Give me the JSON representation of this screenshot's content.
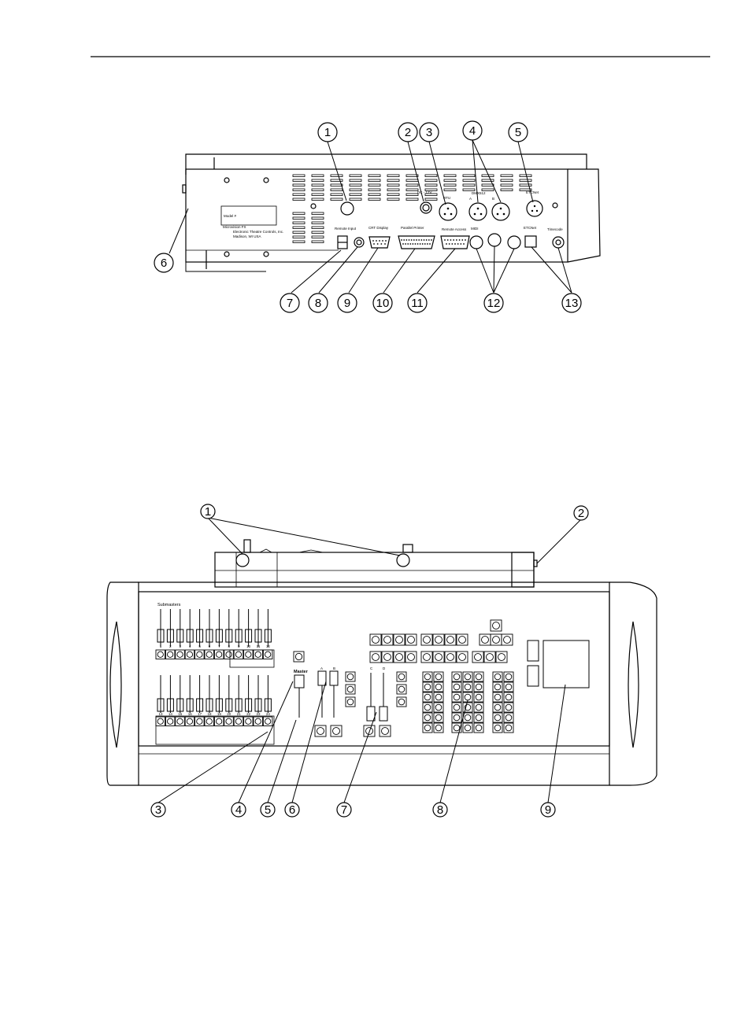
{
  "rear_panel": {
    "callouts": [
      "1",
      "2",
      "3",
      "4",
      "5",
      "6",
      "7",
      "8",
      "9",
      "10",
      "11",
      "12",
      "13"
    ],
    "labels": {
      "dc": "DC - 12V",
      "rtu": "RTU",
      "dmx512": "DMX512",
      "dmx_a": "A",
      "dmx_b": "B",
      "etcnet": "ETCNet",
      "remote_input": "Remote Input",
      "crt_display": "CRT Display",
      "printer": "Parallel Printer",
      "remote_access": "Remote Access",
      "midi": "MIDI",
      "etcnet_port": "ETCNet",
      "timecode": "Timecode",
      "brand1": "Microvision FX",
      "brand2": "Electronic Theatre Controls, Inc.",
      "brand3": "Madison, WI USA",
      "model": "Model #"
    }
  },
  "front_panel": {
    "callouts": [
      "1",
      "2",
      "3",
      "4",
      "5",
      "6",
      "7",
      "8",
      "9"
    ],
    "labels": {
      "submasters": "Submasters",
      "master": "Master",
      "fader_a": "A",
      "fader_b": "B",
      "fader_c": "C",
      "fader_d": "D"
    },
    "top_row_numbers": [
      "1",
      "2",
      "3",
      "4",
      "5",
      "6",
      "7",
      "8",
      "9",
      "10",
      "11",
      "12"
    ],
    "bottom_row_numbers": [
      "13",
      "14",
      "15",
      "16",
      "17",
      "18",
      "19",
      "20",
      "21",
      "22",
      "23",
      "24"
    ]
  }
}
